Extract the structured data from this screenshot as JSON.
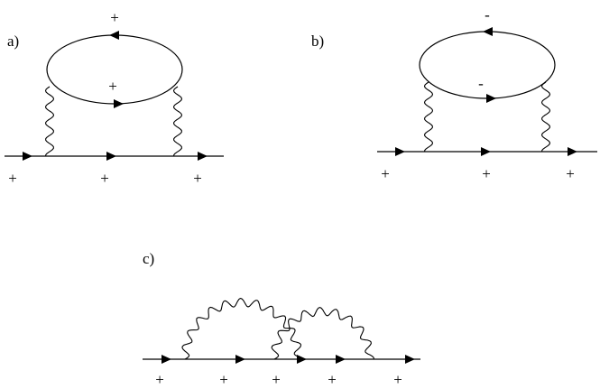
{
  "panels": [
    {
      "label": "a)",
      "loop_top_sign": "+",
      "loop_bottom_sign": "+",
      "line_signs": [
        "+",
        "+",
        "+"
      ]
    },
    {
      "label": "b)",
      "loop_top_sign": "-",
      "loop_bottom_sign": "-",
      "line_signs": [
        "+",
        "+",
        "+"
      ]
    },
    {
      "label": "c)",
      "line_signs": [
        "+",
        "+",
        "+",
        "+",
        "+"
      ]
    }
  ]
}
